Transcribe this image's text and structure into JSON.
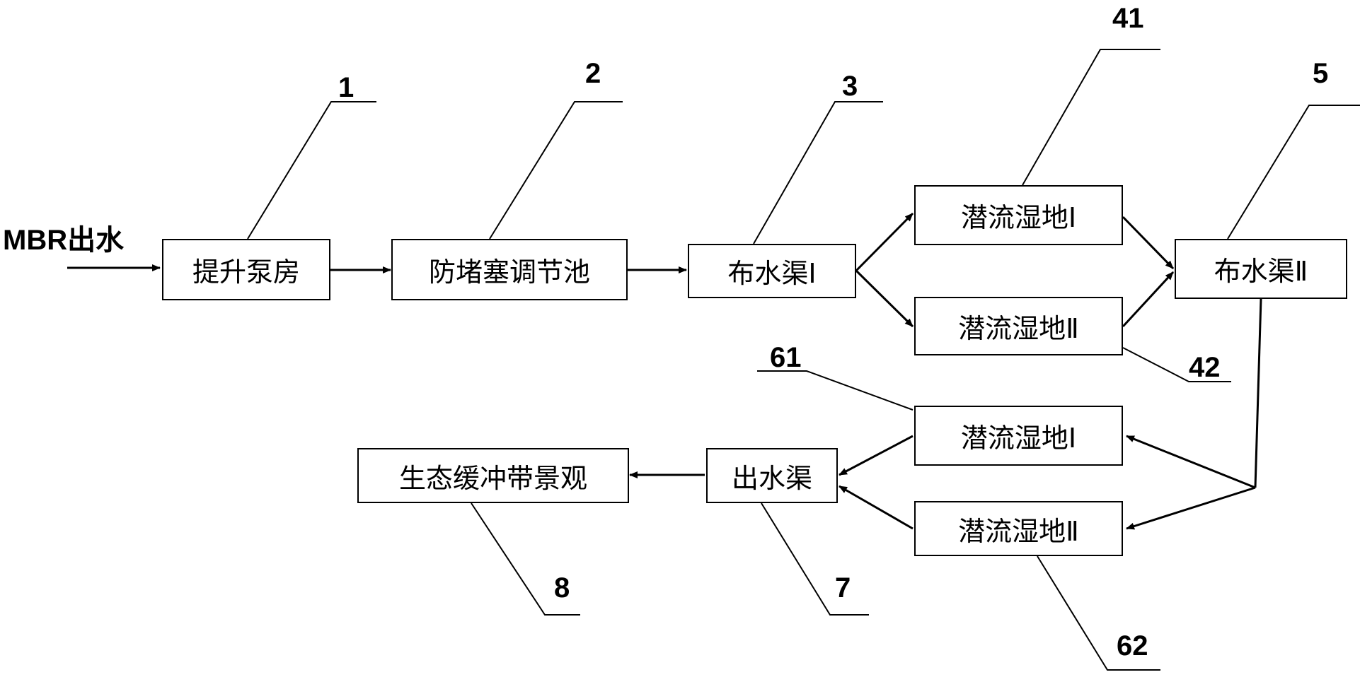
{
  "input_label": "MBR出水",
  "nodes": {
    "pump_house": "提升泵房",
    "anti_clog_tank": "防堵塞调节池",
    "distribution_channel_1": "布水渠Ⅰ",
    "wetland_41": "潜流湿地Ⅰ",
    "wetland_42": "潜流湿地Ⅱ",
    "distribution_channel_2": "布水渠Ⅱ",
    "wetland_61": "潜流湿地Ⅰ",
    "wetland_62": "潜流湿地Ⅱ",
    "outlet_channel": "出水渠",
    "eco_buffer": "生态缓冲带景观"
  },
  "labels": {
    "l1": "1",
    "l2": "2",
    "l3": "3",
    "l41": "41",
    "l42": "42",
    "l5": "5",
    "l61": "61",
    "l62": "62",
    "l7": "7",
    "l8": "8"
  }
}
